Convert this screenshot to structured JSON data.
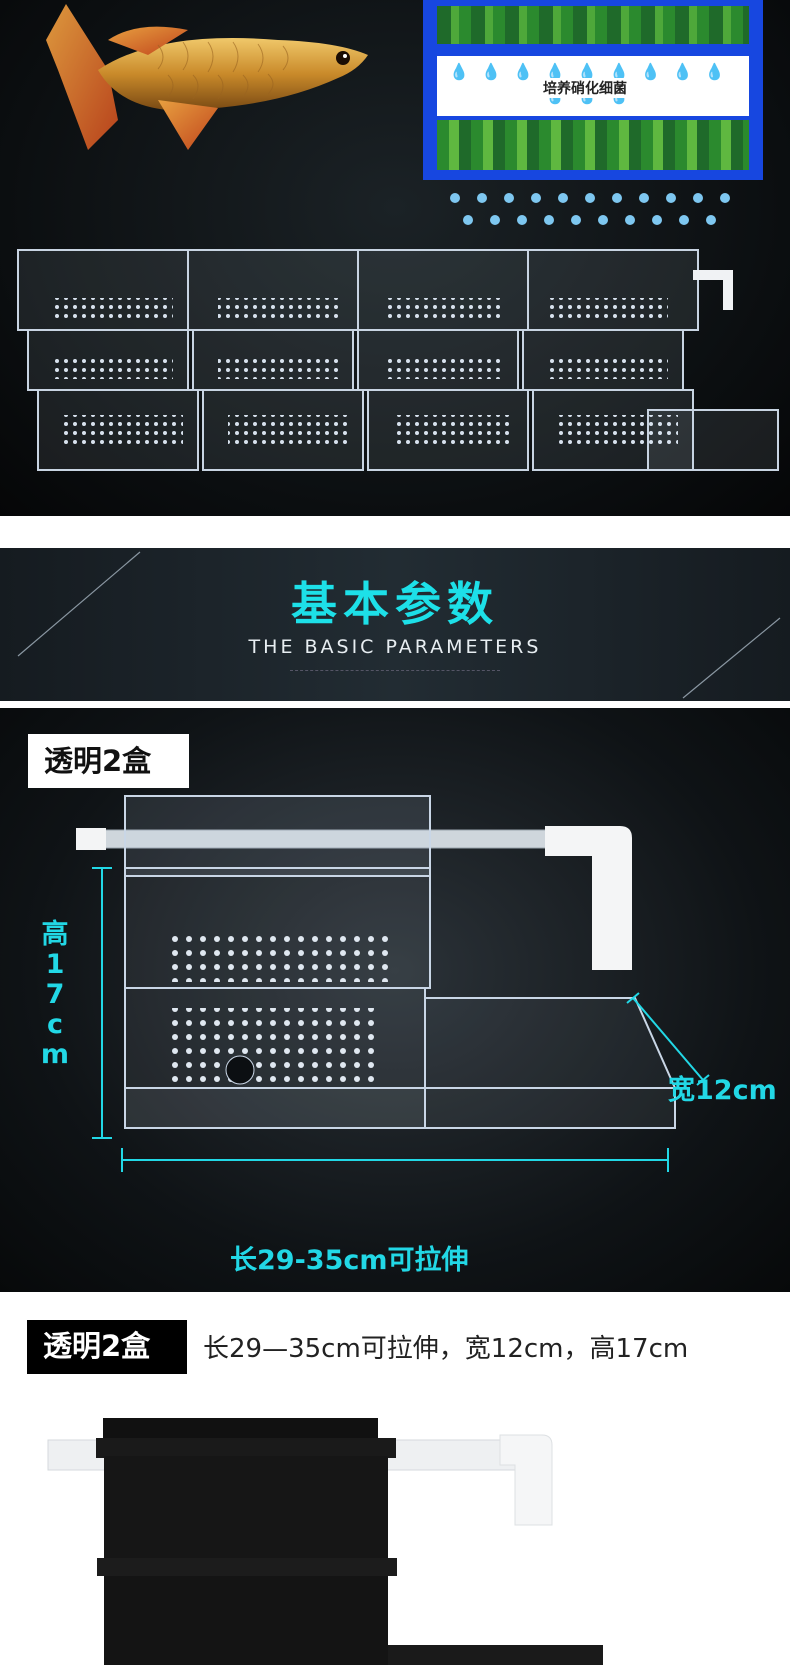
{
  "hero": {
    "diagram_caption": "培养硝化细菌"
  },
  "banner": {
    "title": "基本参数",
    "subtitle": "THE BASIC PARAMETERS"
  },
  "spec_photo": {
    "tag": "透明2盒",
    "height_label": "高17cm",
    "width_label": "宽12cm",
    "length_label": "长29-35cm可拉伸"
  },
  "spec_caption": {
    "tag": "透明2盒",
    "text": "长29—35cm可拉伸，宽12cm，高17cm"
  },
  "colors": {
    "accent_cyan": "#22d8e6",
    "diagram_blue": "#1747e0"
  },
  "icons": {
    "fish": "arowana-fish-photo",
    "product": "filter-box-photo",
    "black_product": "black-filter-box-photo"
  }
}
